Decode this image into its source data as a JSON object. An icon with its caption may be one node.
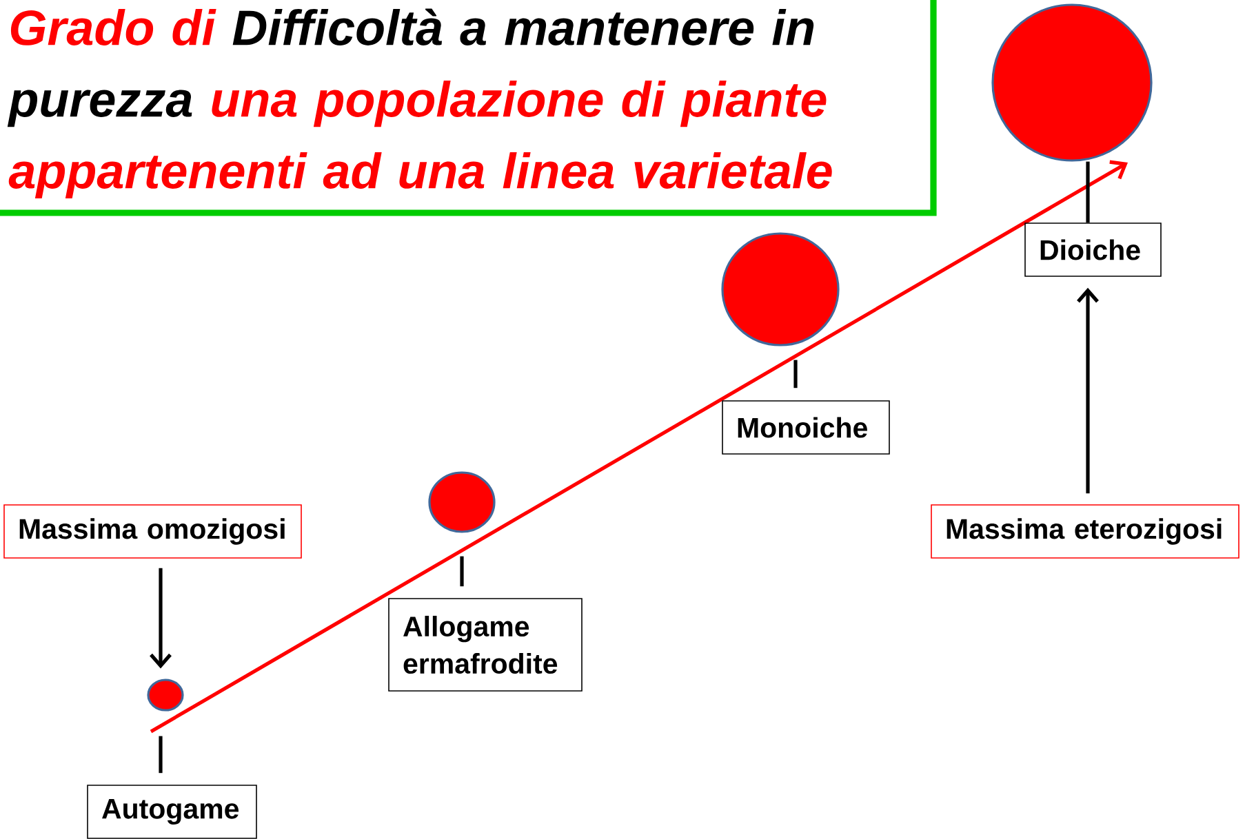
{
  "diagram": {
    "nodes": [
      {
        "text": [
          "Grado di",
          "Difficoltà a mantenere in purezza",
          "una popolazione di piante appartenenti ad una linea varietale"
        ]
      },
      {
        "text": [],
        "shape": "circle"
      },
      {
        "text": [],
        "shape": "circle"
      },
      {
        "text": [],
        "shape": "circle"
      },
      {
        "text": [],
        "shape": "circle"
      },
      {
        "text": [
          "Autogame"
        ]
      },
      {
        "text": [
          "Allogame ermafrodite"
        ]
      },
      {
        "text": [
          "Monoiche"
        ]
      },
      {
        "text": [
          "Dioiche"
        ]
      },
      {
        "text": [
          "Massima omozigosi"
        ]
      },
      {
        "text": [
          "Massima eterozigosi"
        ]
      }
    ],
    "edges": [
      {
        "from": 9,
        "to": 1,
        "arrow": "to"
      },
      {
        "from": 10,
        "to": 8,
        "arrow": "to"
      },
      {
        "from": 1,
        "to": 5,
        "arrow": "none"
      },
      {
        "from": 2,
        "to": 6,
        "arrow": "none"
      },
      {
        "from": 3,
        "to": 7,
        "arrow": "none"
      },
      {
        "from": 4,
        "to": 8,
        "arrow": "none"
      }
    ]
  }
}
